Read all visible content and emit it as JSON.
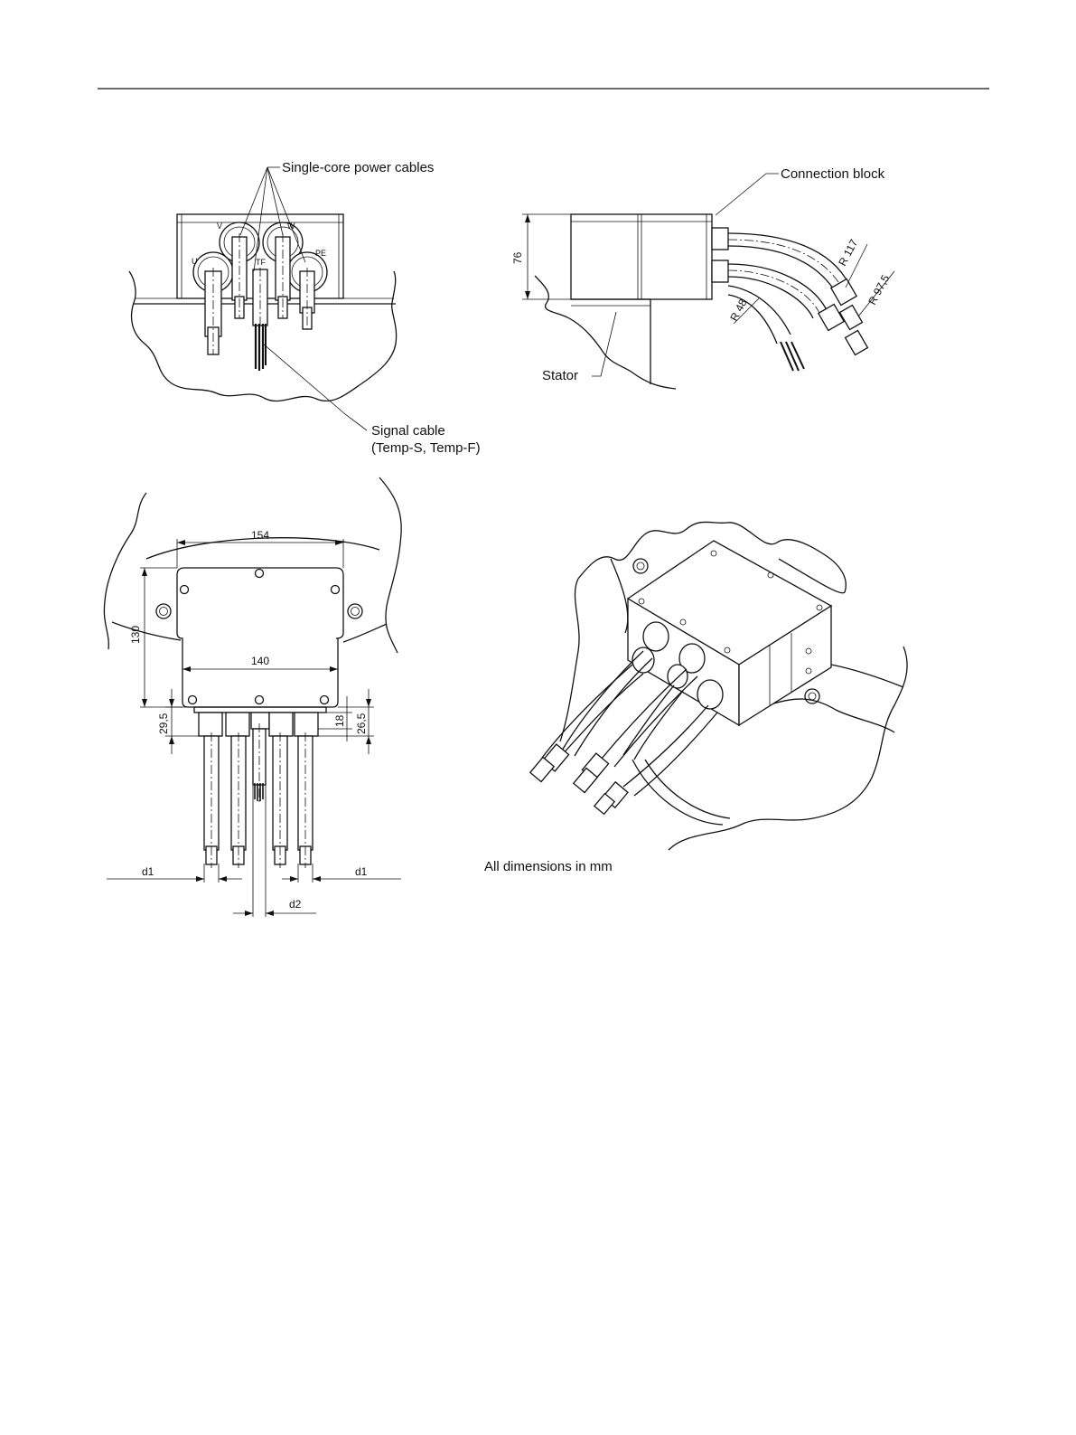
{
  "labels": {
    "single_core_power_cables": "Single-core power cables",
    "connection_block": "Connection block",
    "stator": "Stator",
    "signal_cable_line1": "Signal cable",
    "signal_cable_line2": "(Temp-S, Temp-F)",
    "all_dimensions": "All dimensions in mm"
  },
  "terminals": {
    "u": "U",
    "v": "V",
    "w": "W",
    "pe": "PE",
    "tf": "TF"
  },
  "dimensions": {
    "height_76": "76",
    "radius_117": "R 117",
    "radius_97_5": "R 97,5",
    "radius_48": "R 48",
    "width_154": "154",
    "width_140": "140",
    "height_130": "130",
    "offset_29_5": "29,5",
    "offset_18": "18",
    "offset_26_5": "26,5",
    "d1_left": "d1",
    "d1_right": "d1",
    "d2": "d2"
  },
  "colors": {
    "line": "#111111",
    "background": "#ffffff"
  }
}
